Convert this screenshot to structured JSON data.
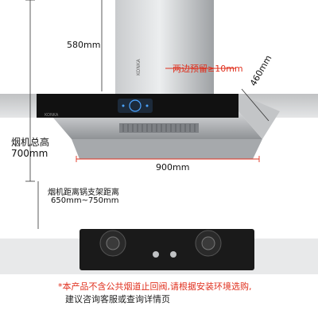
{
  "brand": "KONKA",
  "dimensions": {
    "chimney_height": "580mm",
    "side_gap": "两边预留≥10mm",
    "depth": "460mm",
    "total_height_label": "烟机总高",
    "total_height_value": "700mm",
    "width": "900mm",
    "hob_distance_label": "烟机距离锅支架距离",
    "hob_distance_value": "650mm~750mm"
  },
  "notice": {
    "line1": "*本产品不含公共烟道止回阀,请根据安装环境选购,",
    "line2": "建议咨询客服或查询详情页"
  },
  "colors": {
    "accent": "#e0301e",
    "steel": "#b8babc",
    "panel": "#111111"
  }
}
